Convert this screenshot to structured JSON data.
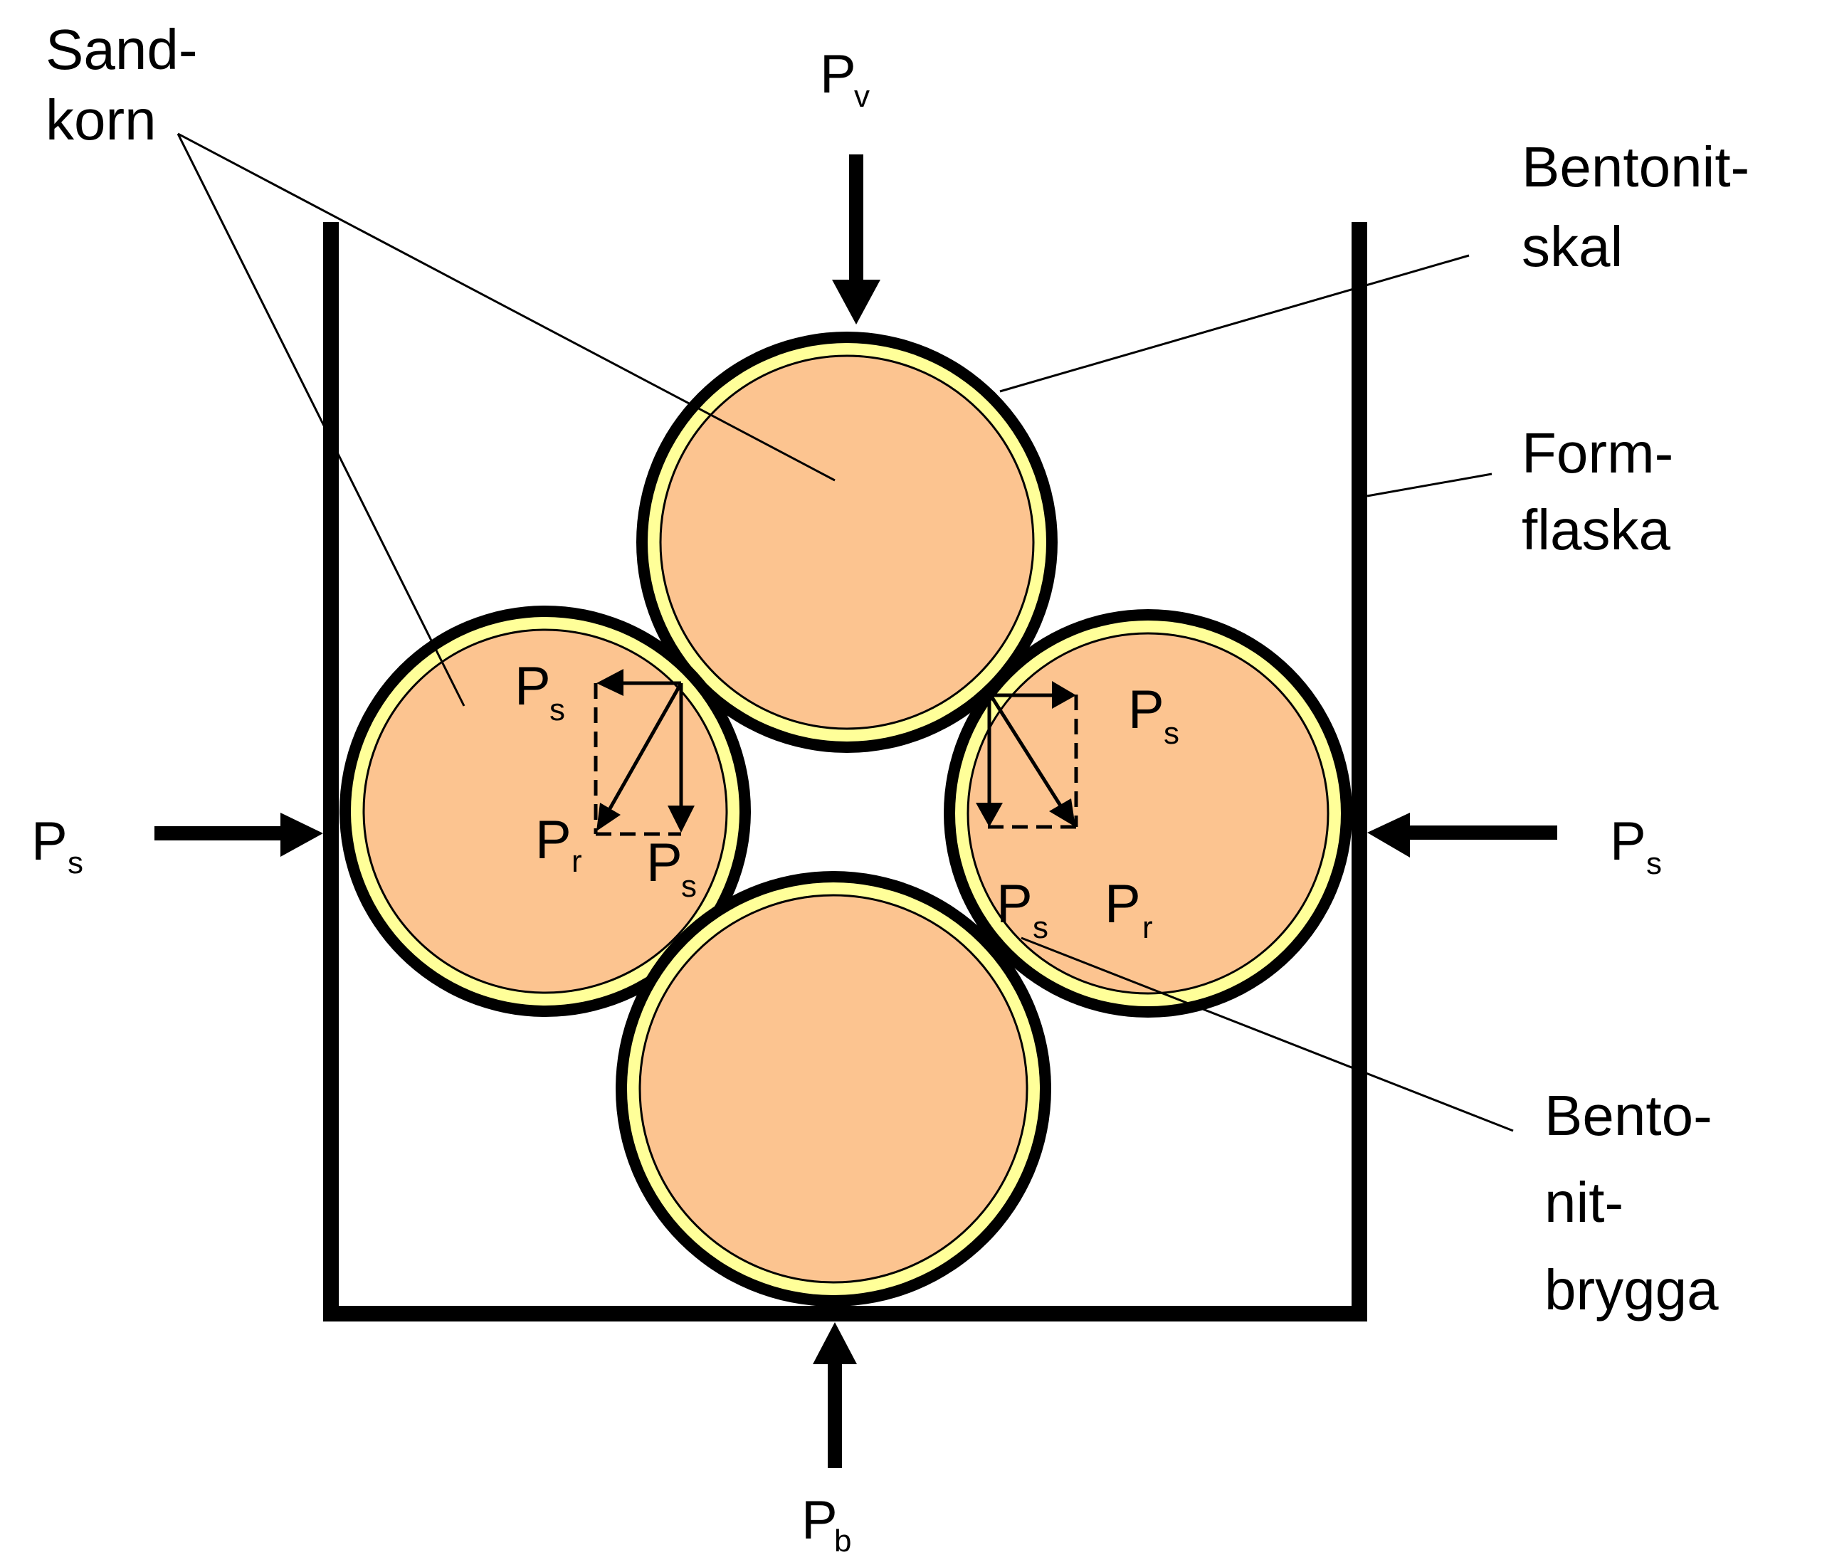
{
  "colors": {
    "grain_fill": "#FCC490",
    "shell_fill": "#FFFF99",
    "outline": "#000000",
    "background": "#FFFFFF"
  },
  "labels": {
    "sand_korn": [
      "Sand-",
      "korn"
    ],
    "bentonit_skal": [
      "Bentonit-",
      "skal"
    ],
    "form_flaska": [
      "Form-",
      "flaska"
    ],
    "bentonit_brygga": [
      "Bento-",
      "nit-",
      "brygga"
    ]
  },
  "forces": {
    "top": {
      "main": "P",
      "sub": "v"
    },
    "bottom": {
      "main": "P",
      "sub": "b"
    },
    "left": {
      "main": "P",
      "sub": "s"
    },
    "right": {
      "main": "P",
      "sub": "s"
    }
  },
  "vector_diagrams": {
    "left_grain": {
      "horizontal": {
        "main": "P",
        "sub": "s"
      },
      "resultant": {
        "main": "P",
        "sub": "r"
      },
      "vertical": {
        "main": "P",
        "sub": "s"
      }
    },
    "right_grain": {
      "horizontal": {
        "main": "P",
        "sub": "s"
      },
      "vertical": {
        "main": "P",
        "sub": "s"
      },
      "resultant": {
        "main": "P",
        "sub": "r"
      }
    }
  },
  "grains": [
    "top",
    "left",
    "right",
    "bottom"
  ]
}
